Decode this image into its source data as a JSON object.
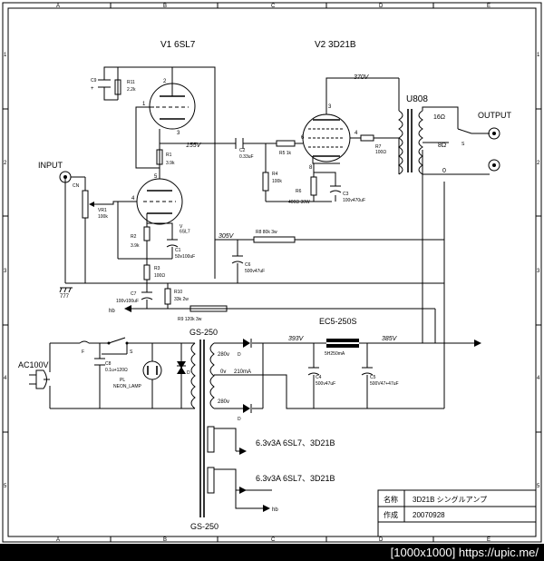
{
  "border": {
    "columns": [
      "A",
      "B",
      "C",
      "D",
      "E"
    ],
    "rows": [
      "1",
      "2",
      "3",
      "4",
      "5"
    ]
  },
  "tubes": {
    "v1_title": "V1 6SL7",
    "v2_title": "V2 3D21B",
    "v1b_label": "V\n6SL7"
  },
  "transformers": {
    "output_name": "U808",
    "output_label": "OUTPUT",
    "tap_16": "16Ω",
    "tap_8": "8Ω",
    "tap_0": "0",
    "tap_s": "S",
    "power_name": "GS-250",
    "choke_name": "EC5-250S",
    "choke_rating": "5H250mA",
    "sec_280_top": "280v",
    "sec_0v": "0v",
    "sec_210ma": "210mA",
    "sec_280_bot": "280v",
    "heater_1": "6.3v3A   6SL7、3D21B",
    "heater_2": "6.3v3A   6SL7、3D21B"
  },
  "voltages": {
    "v370": "370V",
    "v155": "155V",
    "v305": "305V",
    "v393": "393V",
    "v385": "385V"
  },
  "labels": {
    "input": "INPUT",
    "cn": "CN",
    "ac100v": "AC100V",
    "hb1": "hb",
    "hb2": "hb",
    "ground": "777",
    "pin1": "1",
    "pin2": "2",
    "pin3": "3",
    "pin4a": "4",
    "pin5": "5",
    "pin6": "6",
    "pin4b": "4",
    "pin3b": "3",
    "pin8": "8",
    "fuse": "F",
    "switch": "S",
    "d_up": "D",
    "d_down": "D",
    "d_bridge": "D",
    "pl": "PL",
    "neon": "NEON_LAMP"
  },
  "components": {
    "c9": "C9",
    "c9_plus": "+",
    "r11": "R11",
    "r11_val": "2.2k",
    "r1": "R1",
    "r1_val": "3.9k",
    "c2": "C2",
    "c2_val": "0.33uF",
    "r5": "R5   1k",
    "r7": "R7",
    "r7_val": "100Ω",
    "r4": "R4",
    "r4_val": "100k",
    "r6": "R6",
    "r6_val": "400Ω  30W",
    "c3": "C3",
    "c3_val": "100v470uF",
    "vr1": "VR1",
    "vr1_val": "100k",
    "r2": "R2",
    "r2_val": "3.9k",
    "c1": "C1",
    "c1_val": "50v100uF",
    "r8": "R8       80k 3w",
    "c6": "C6",
    "c6_val": "500v47uF",
    "r3": "R3",
    "r3_val": "100Ω",
    "c7": "C7",
    "c7_val": "100v100uF",
    "r10": "R10",
    "r10_val": "33k 2w",
    "r9": "R9       120k 3w",
    "c8": "C8",
    "c8_val": "0.1u+120Ω",
    "c4": "C4",
    "c4_val": "500v47uF",
    "c5": "C5",
    "c5_val": "500V47+47uF"
  },
  "title_block": {
    "name_label": "名称",
    "name_value": "3D21B シングルアンプ",
    "date_label": "作成",
    "date_value": "20070928"
  },
  "footer": "[1000x1000] https://upic.me/"
}
